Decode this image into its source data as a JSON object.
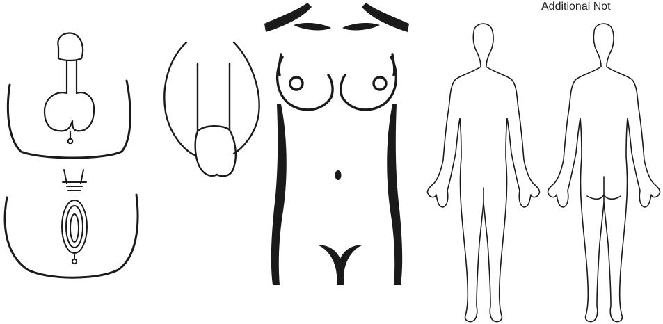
{
  "notes": {
    "label": "Additional Not"
  },
  "colors": {
    "line": "#1a1a1a",
    "background": "#ffffff"
  },
  "diagrams": [
    {
      "name": "male-genital-front-diagram"
    },
    {
      "name": "penis-underside-diagram"
    },
    {
      "name": "female-genital-diagram"
    },
    {
      "name": "female-torso-diagram"
    },
    {
      "name": "body-front-outline"
    },
    {
      "name": "body-back-outline"
    }
  ]
}
